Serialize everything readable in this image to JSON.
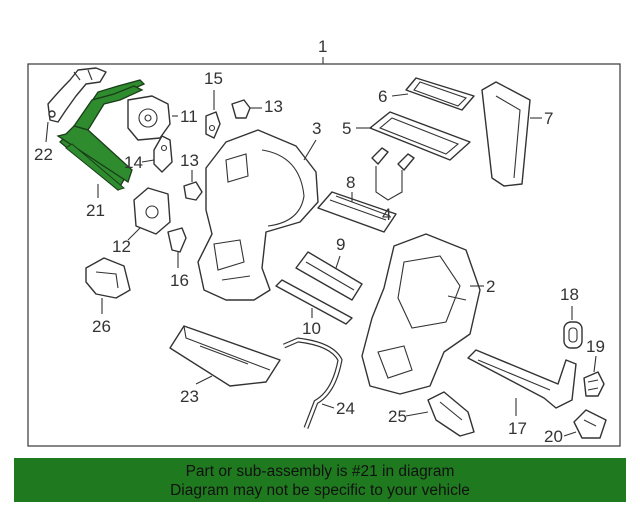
{
  "diagram": {
    "callouts": [
      "1",
      "2",
      "3",
      "4",
      "5",
      "6",
      "7",
      "8",
      "9",
      "10",
      "11",
      "12",
      "13",
      "13",
      "14",
      "15",
      "16",
      "17",
      "18",
      "19",
      "20",
      "21",
      "22",
      "23",
      "24",
      "25",
      "26"
    ],
    "highlight_color": "#2e8b2e"
  },
  "banner": {
    "line1": "Part or sub-assembly is #21 in diagram",
    "line2": "Diagram may not be specific to your vehicle",
    "background": "#1f7a1f"
  }
}
